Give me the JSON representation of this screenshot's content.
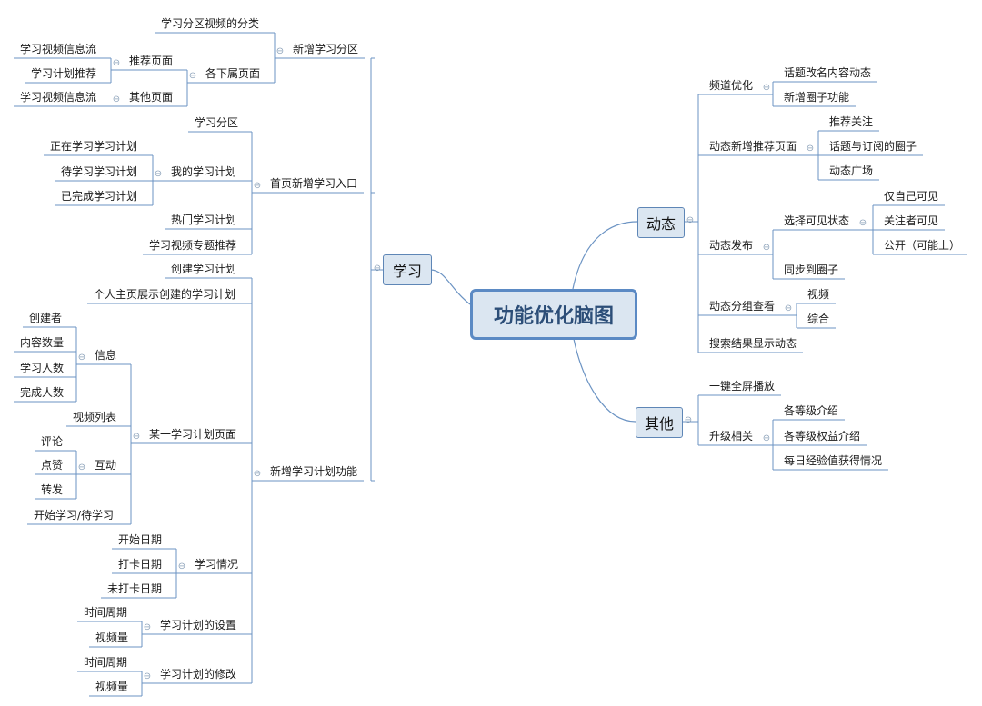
{
  "root": "功能优化脑图",
  "left": {
    "label": "学习",
    "children": [
      {
        "label": "新增学习分区",
        "children": [
          {
            "label": "学习分区视频的分类"
          },
          {
            "label": "各下属页面",
            "children": [
              {
                "label": "推荐页面",
                "children": [
                  {
                    "label": "学习视频信息流"
                  },
                  {
                    "label": "学习计划推荐"
                  }
                ]
              },
              {
                "label": "其他页面",
                "children": [
                  {
                    "label": "学习视频信息流"
                  }
                ]
              }
            ]
          }
        ]
      },
      {
        "label": "首页新增学习入口",
        "children": [
          {
            "label": "学习分区"
          },
          {
            "label": "我的学习计划",
            "children": [
              {
                "label": "正在学习学习计划"
              },
              {
                "label": "待学习学习计划"
              },
              {
                "label": "已完成学习计划"
              }
            ]
          },
          {
            "label": "热门学习计划"
          },
          {
            "label": "学习视频专题推荐"
          }
        ]
      },
      {
        "label": "新增学习计划功能",
        "children": [
          {
            "label": "创建学习计划"
          },
          {
            "label": "个人主页展示创建的学习计划"
          },
          {
            "label": "某一学习计划页面",
            "children": [
              {
                "label": "信息",
                "children": [
                  {
                    "label": "创建者"
                  },
                  {
                    "label": "内容数量"
                  },
                  {
                    "label": "学习人数"
                  },
                  {
                    "label": "完成人数"
                  }
                ]
              },
              {
                "label": "视频列表"
              },
              {
                "label": "互动",
                "children": [
                  {
                    "label": "评论"
                  },
                  {
                    "label": "点赞"
                  },
                  {
                    "label": "转发"
                  }
                ]
              },
              {
                "label": "开始学习/待学习"
              }
            ]
          },
          {
            "label": "学习情况",
            "children": [
              {
                "label": "开始日期"
              },
              {
                "label": "打卡日期"
              },
              {
                "label": "未打卡日期"
              }
            ]
          },
          {
            "label": "学习计划的设置",
            "children": [
              {
                "label": "时间周期"
              },
              {
                "label": "视频量"
              }
            ]
          },
          {
            "label": "学习计划的修改",
            "children": [
              {
                "label": "时间周期"
              },
              {
                "label": "视频量"
              }
            ]
          }
        ]
      }
    ]
  },
  "right": [
    {
      "label": "动态",
      "children": [
        {
          "label": "频道优化",
          "children": [
            {
              "label": "话题改名内容动态"
            },
            {
              "label": "新增圈子功能"
            }
          ]
        },
        {
          "label": "动态新增推荐页面",
          "children": [
            {
              "label": "推荐关注"
            },
            {
              "label": "话题与订阅的圈子"
            },
            {
              "label": "动态广场"
            }
          ]
        },
        {
          "label": "动态发布",
          "children": [
            {
              "label": "选择可见状态",
              "children": [
                {
                  "label": "仅自己可见"
                },
                {
                  "label": "关注者可见"
                },
                {
                  "label": "公开（可能上）"
                }
              ]
            },
            {
              "label": "同步到圈子"
            }
          ]
        },
        {
          "label": "动态分组查看",
          "children": [
            {
              "label": "视频"
            },
            {
              "label": "综合"
            }
          ]
        },
        {
          "label": "搜索结果显示动态"
        }
      ]
    },
    {
      "label": "其他",
      "children": [
        {
          "label": "一键全屏播放"
        },
        {
          "label": "升级相关",
          "children": [
            {
              "label": "各等级介绍"
            },
            {
              "label": "各等级权益介绍"
            },
            {
              "label": "每日经验值获得情况"
            }
          ]
        }
      ]
    }
  ]
}
